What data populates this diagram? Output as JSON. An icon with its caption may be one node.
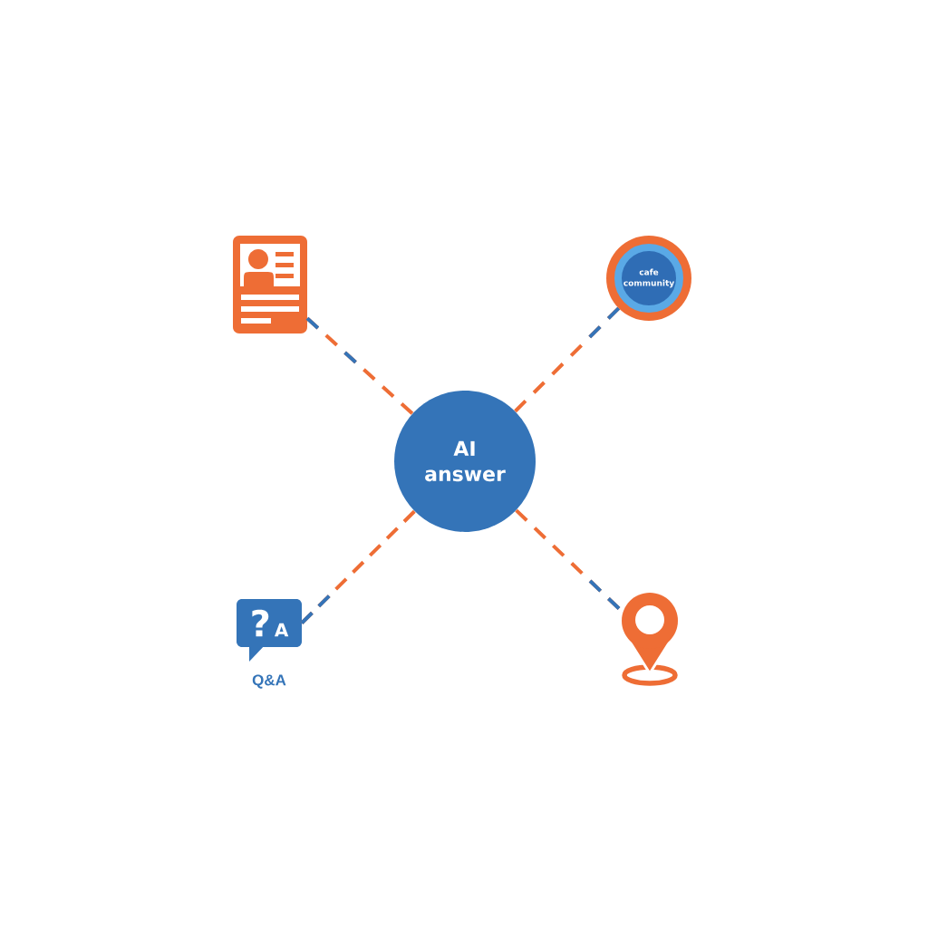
{
  "diagram": {
    "nodes": [
      {
        "text": [],
        "shape": "picture"
      },
      {
        "text": [
          "cafe community"
        ]
      },
      {
        "text": [
          "AI answer"
        ]
      },
      {
        "text": [
          "?",
          "A"
        ],
        "beside": [
          "Q&A"
        ]
      },
      {
        "text": [],
        "shape": "picture"
      }
    ],
    "edges": [
      {
        "from": 0,
        "to": 2,
        "arrow": "none",
        "style": "dashed"
      },
      {
        "from": 1,
        "to": 2,
        "arrow": "none",
        "style": "dashed"
      },
      {
        "from": 3,
        "to": 2,
        "arrow": "none",
        "style": "dashed"
      },
      {
        "from": 4,
        "to": 2,
        "arrow": "none",
        "style": "dashed"
      }
    ]
  }
}
